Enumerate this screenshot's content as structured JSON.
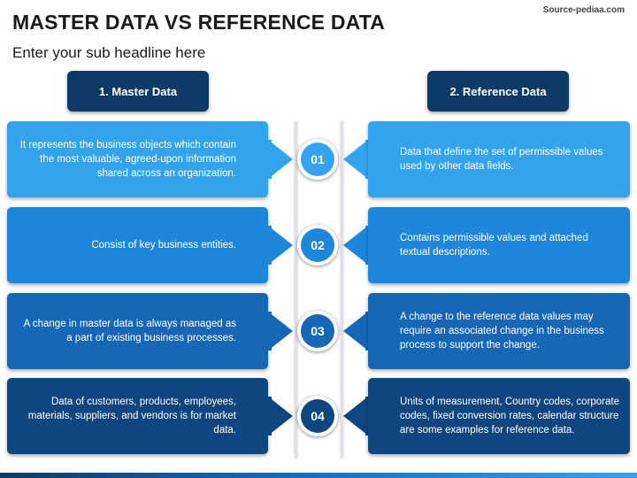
{
  "header": {
    "title": "MASTER DATA VS REFERENCE DATA",
    "subtitle": "Enter your sub headline here",
    "source": "Source-pediaa.com"
  },
  "columns": {
    "left_label": "1. Master Data",
    "right_label": "2. Reference Data"
  },
  "rows": [
    {
      "number": "01",
      "color": "#33a3ee",
      "left": "It represents the business objects which contain the most valuable, agreed-upon information shared across an organization.",
      "right": "Data that define the set of permissible values used by other data fields."
    },
    {
      "number": "02",
      "color": "#1e86db",
      "left": "Consist of key business entities.",
      "right": "Contains permissible values and attached textual descriptions."
    },
    {
      "number": "03",
      "color": "#1767b6",
      "left": "A change in master data is always managed as a part of existing business processes.",
      "right": "A change to the reference data values may require an associated change in the business process to support the change."
    },
    {
      "number": "04",
      "color": "#10467f",
      "left": "Data of customers, products, employees, materials, suppliers, and vendors is for market data.",
      "right": "Units of measurement, Country codes, corporate codes, fixed conversion rates, calendar structure are some examples for reference data."
    }
  ],
  "colors": {
    "header_pill": "#0d3b66",
    "rail": "#dfe3e8"
  }
}
